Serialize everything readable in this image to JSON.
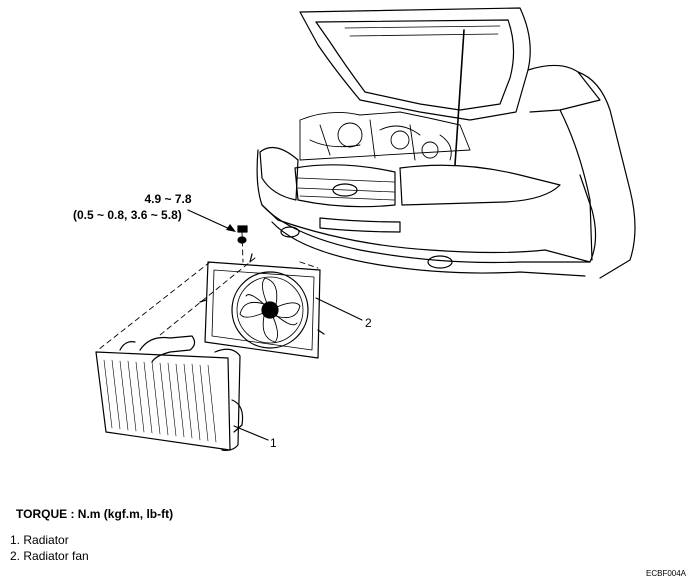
{
  "figure": {
    "torque_value": "4.9 ~ 7.8",
    "torque_value_units": "(0.5 ~ 0.8, 3.6 ~ 5.8)",
    "callouts": [
      "2",
      "1"
    ],
    "torque_heading": "TORQUE : N.m (kgf.m, lb-ft)",
    "legend": [
      {
        "num": "1.",
        "label": "Radiator"
      },
      {
        "num": "2.",
        "label": "Radiator fan"
      }
    ],
    "figure_code": "ECBF004A"
  },
  "colors": {
    "ink": "#000000",
    "paper": "#ffffff"
  }
}
